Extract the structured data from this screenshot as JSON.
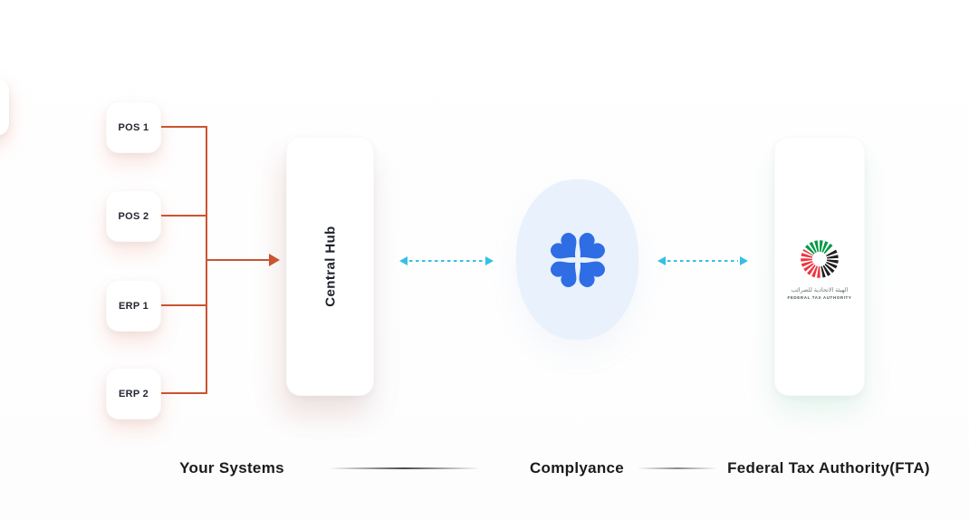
{
  "title": "Your systems to FTA e-invoicing flow diagram",
  "nodes": {
    "sources": [
      {
        "label": "POS 1"
      },
      {
        "label": "POS 2"
      },
      {
        "label": "ERP 1"
      },
      {
        "label": "ERP 2"
      }
    ],
    "central_hub": {
      "label": "Central Hub"
    },
    "complyance": {
      "logo": "complyance-flower-logo"
    },
    "fta": {
      "arabic_name": "الهيئة الاتحادية للضرائب",
      "english_name": "FEDERAL TAX AUTHORITY"
    }
  },
  "footer": {
    "your_systems_label": "Your Systems",
    "complyance_label": "Complyance",
    "fta_label": "Federal Tax Authority(FTA)"
  },
  "colors": {
    "connector_orange": "#cb5430",
    "dashed_cyan": "#35bfe6",
    "complyance_blue": "#2e6de4",
    "complyance_pill_bg": "#e9f1fc",
    "fta_green": "#009A44",
    "fta_red": "#EF3340",
    "fta_black": "#1f1f1f",
    "footer_text": "#1b1b1b",
    "box_text": "#232733"
  }
}
